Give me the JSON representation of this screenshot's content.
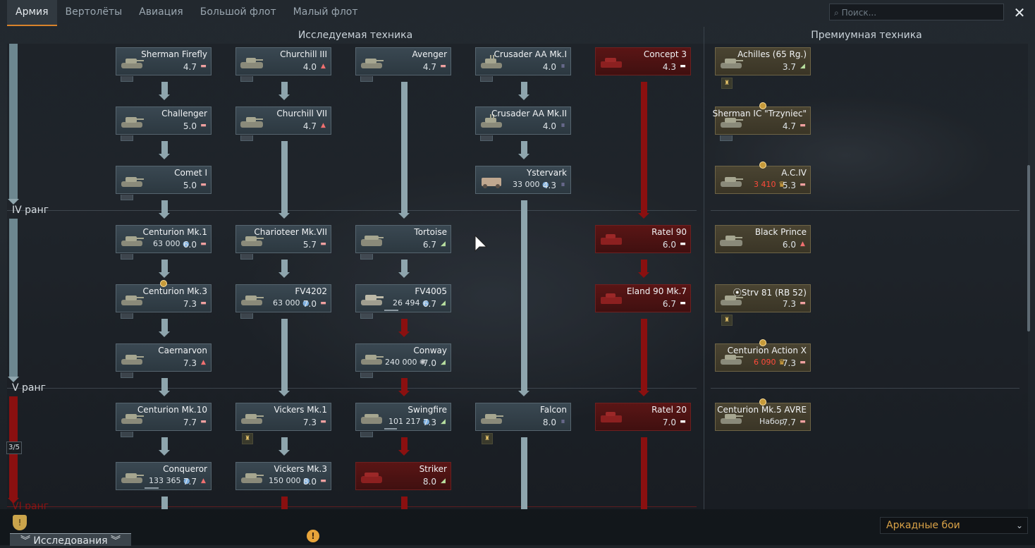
{
  "tabs": [
    "Армия",
    "Вертолёты",
    "Авиация",
    "Большой флот",
    "Малый флот"
  ],
  "search": {
    "placeholder": "Поиск..."
  },
  "headers": {
    "researched": "Исследуемая техника",
    "premium": "Премиумная техника"
  },
  "ranks": {
    "iv": "IV ранг",
    "v": "V ранг",
    "vi": "VI ранг"
  },
  "counter": "3/5",
  "mode": "Аркадные бои",
  "bottom": {
    "research": "Исследования"
  },
  "colors": {
    "accent": "#d9832b",
    "red_card": "#5a1515",
    "premium_card": "#4a4432",
    "normal_card": "#3a4852"
  },
  "vehicles": {
    "c1": [
      {
        "name": "Sherman Firefly",
        "br": "4.7"
      },
      {
        "name": "Challenger",
        "br": "5.0"
      },
      {
        "name": "Comet I",
        "br": "5.0"
      },
      {
        "name": "Centurion Mk.1",
        "br": "6.0",
        "cost": "63 000"
      },
      {
        "name": "Centurion Mk.3",
        "br": "7.3"
      },
      {
        "name": "Caernarvon",
        "br": "7.3"
      },
      {
        "name": "Centurion Mk.10",
        "br": "7.7"
      },
      {
        "name": "Conqueror",
        "br": "7.7",
        "cost": "133 365"
      }
    ],
    "c2": [
      {
        "name": "Churchill III",
        "br": "4.0"
      },
      {
        "name": "Churchill VII",
        "br": "4.7"
      },
      {
        "name": "Charioteer Mk.VII",
        "br": "5.7"
      },
      {
        "name": "FV4202",
        "br": "7.0",
        "cost": "63 000"
      },
      {
        "name": "Vickers Mk.1",
        "br": "7.3"
      },
      {
        "name": "Vickers Mk.3",
        "br": "8.0",
        "cost": "150 000"
      }
    ],
    "c3": [
      {
        "name": "Avenger",
        "br": "4.7"
      },
      {
        "name": "Tortoise",
        "br": "6.7"
      },
      {
        "name": "FV4005",
        "br": "6.7",
        "cost": "26 494"
      },
      {
        "name": "Conway",
        "br": "7.0",
        "cost": "240 000"
      },
      {
        "name": "Swingfire",
        "br": "7.3",
        "cost": "101 217"
      },
      {
        "name": "Striker",
        "br": "8.0"
      }
    ],
    "c4": [
      {
        "name": "Crusader AA Mk.I",
        "br": "4.0"
      },
      {
        "name": "Crusader AA Mk.II",
        "br": "4.0"
      },
      {
        "name": "Ystervark",
        "br": "4.3",
        "cost": "33 000"
      },
      {
        "name": "Falcon",
        "br": "8.0"
      }
    ],
    "c5": [
      {
        "name": "Concept 3",
        "br": "4.3"
      },
      {
        "name": "Ratel 90",
        "br": "6.0"
      },
      {
        "name": "Eland 90 Mk.7",
        "br": "6.7"
      },
      {
        "name": "Ratel 20",
        "br": "7.0"
      }
    ],
    "prem": [
      {
        "name": "Achilles (65 Rg.)",
        "br": "3.7"
      },
      {
        "name": "Sherman IC \"Trzyniec\"",
        "br": "4.7"
      },
      {
        "name": "A.C.IV",
        "br": "5.3",
        "cost": "3 410"
      },
      {
        "name": "Black Prince",
        "br": "6.0"
      },
      {
        "name": "Strv 81 (RB 52)",
        "br": "7.3"
      },
      {
        "name": "Centurion Action X",
        "br": "7.3",
        "cost": "6 090"
      },
      {
        "name": "Centurion Mk.5 AVRE",
        "br": "7.7",
        "cost": "Набор"
      }
    ]
  }
}
